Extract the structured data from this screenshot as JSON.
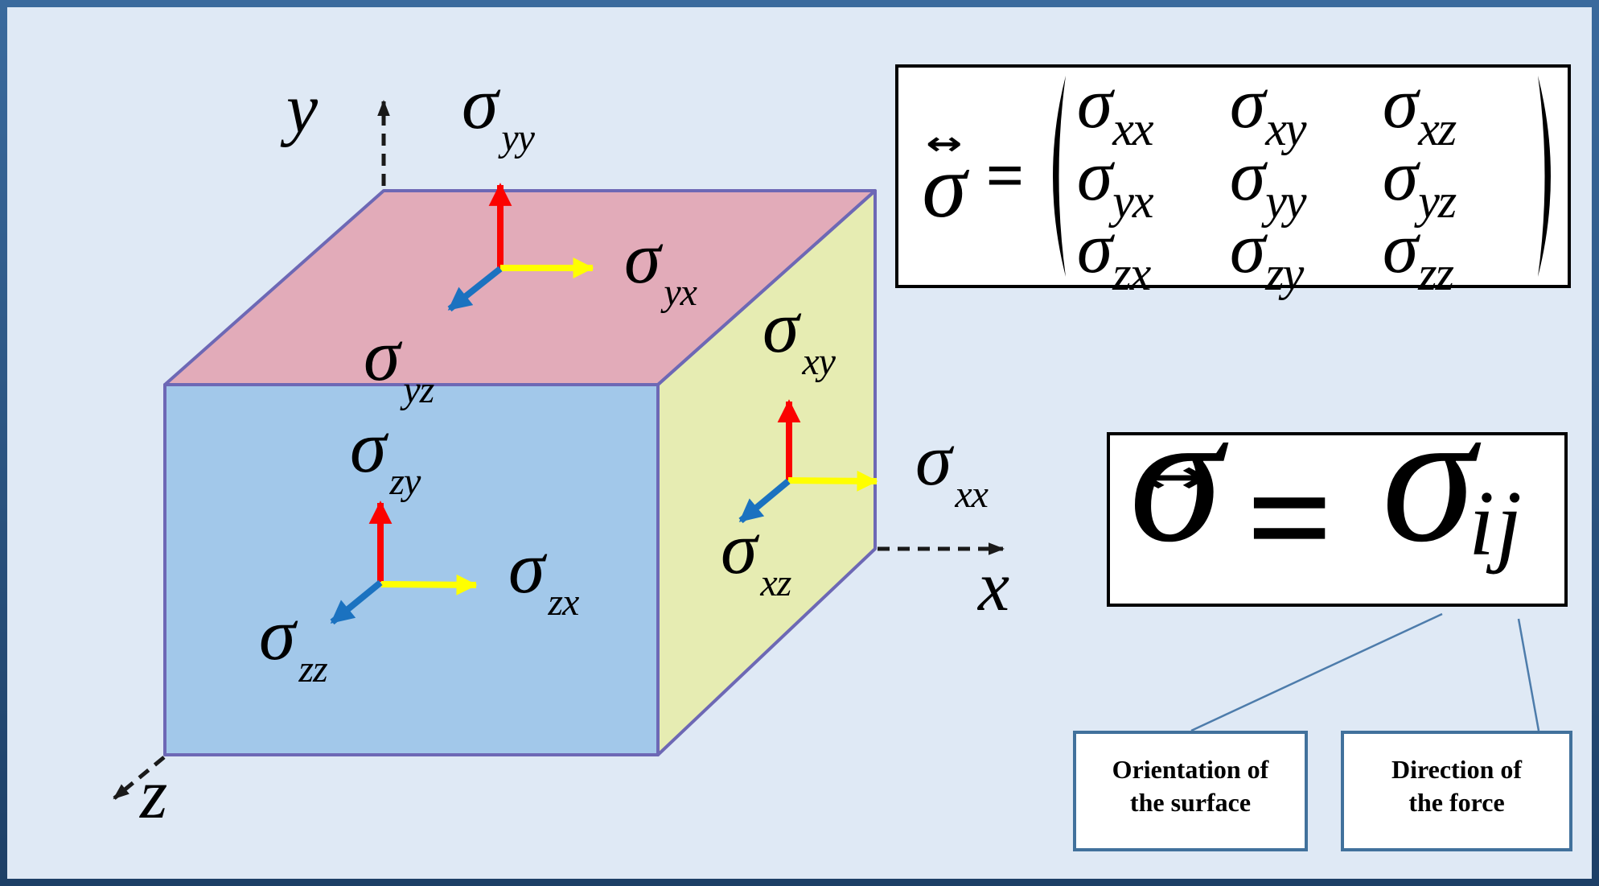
{
  "figure": {
    "background_color": "#dfe9f5",
    "border_top_color": "#3a6a9d",
    "border_bottom_color": "#1d3f66"
  },
  "cube": {
    "top_face_color": "#e2abb9",
    "front_face_color": "#a2c8ea",
    "right_face_color": "#e6ecb2",
    "edge_color": "#6d68b5",
    "face_labels": [
      {
        "sigma": "σ",
        "sub": "yy"
      },
      {
        "sigma": "σ",
        "sub": "yx"
      },
      {
        "sigma": "σ",
        "sub": "yz"
      },
      {
        "sigma": "σ",
        "sub": "zy"
      },
      {
        "sigma": "σ",
        "sub": "zx"
      },
      {
        "sigma": "σ",
        "sub": "zz"
      },
      {
        "sigma": "σ",
        "sub": "xy"
      },
      {
        "sigma": "σ",
        "sub": "xx"
      },
      {
        "sigma": "σ",
        "sub": "xz"
      }
    ]
  },
  "axes": {
    "y": "y",
    "x": "x",
    "z": "z"
  },
  "arrow_colors": {
    "red": "#fb0300",
    "yellow": "#ffff00",
    "yellow_edge": "#ada000",
    "blue": "#1b72c0",
    "axis": "#1a1a1a"
  },
  "connector_color": "#4d7cab",
  "tensor_equation": {
    "over_arrow": "↔",
    "lhs_sigma": "σ",
    "equals": "=",
    "entries": [
      {
        "sigma": "σ",
        "sub": "xx"
      },
      {
        "sigma": "σ",
        "sub": "xy"
      },
      {
        "sigma": "σ",
        "sub": "xz"
      },
      {
        "sigma": "σ",
        "sub": "yx"
      },
      {
        "sigma": "σ",
        "sub": "yy"
      },
      {
        "sigma": "σ",
        "sub": "yz"
      },
      {
        "sigma": "σ",
        "sub": "zx"
      },
      {
        "sigma": "σ",
        "sub": "zy"
      },
      {
        "sigma": "σ",
        "sub": "zz"
      }
    ]
  },
  "index_equation": {
    "over_arrow": "↔",
    "lhs_sigma": "σ",
    "equals": "=",
    "rhs_sigma": "σ",
    "subscript": "ij"
  },
  "callouts": {
    "orientation": {
      "line1": "Orientation of",
      "line2": "the surface"
    },
    "force": {
      "line1": "Direction of",
      "line2": "the force"
    }
  }
}
